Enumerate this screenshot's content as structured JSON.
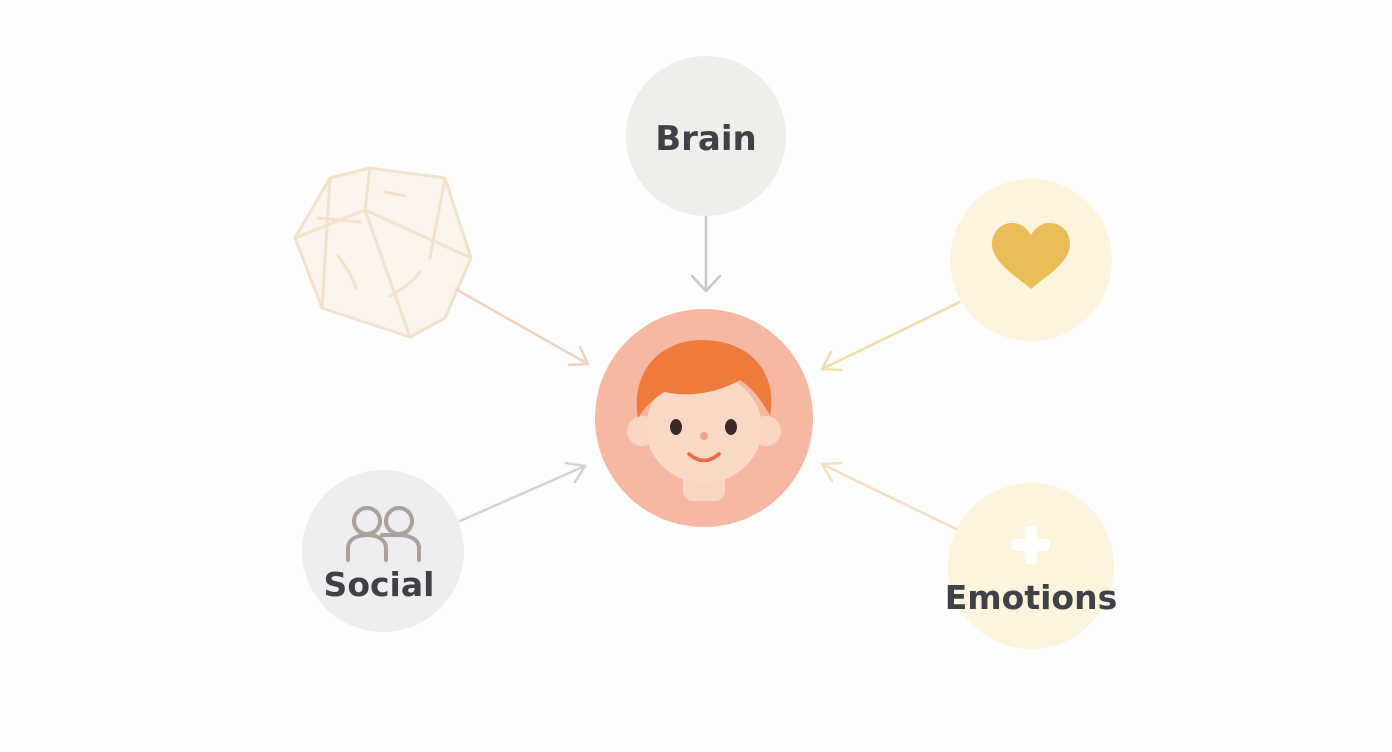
{
  "diagram": {
    "center": {
      "icon": "child-face-icon",
      "color": "#f6b8a2"
    },
    "nodes": {
      "brain": {
        "label": "Brain",
        "color": "#eeeeea"
      },
      "heart": {
        "icon": "heart-icon",
        "color": "#fcf4dc",
        "icon_color": "#e9bd58"
      },
      "puzzle": {
        "icon": "geometric-shape-icon",
        "color": "#f7e8d0"
      },
      "social": {
        "label": "Social",
        "icon": "people-icon",
        "color": "#eeeef0"
      },
      "emotions": {
        "label": "Emotions",
        "icon": "plus-icon",
        "color": "#fcf4dc"
      }
    },
    "arrow_colors": {
      "brain": "#c9c9c9",
      "heart": "#f2dfae",
      "puzzle": "#f0d5c0",
      "social": "#d4d4d4",
      "emotions": "#f2e2bf"
    }
  }
}
